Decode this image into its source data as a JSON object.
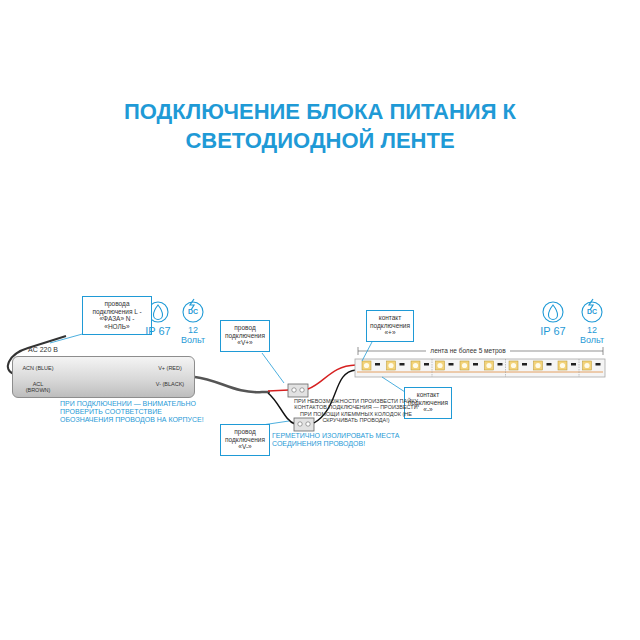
{
  "diagram": {
    "title": "ПОДКЛЮЧЕНИЕ БЛОКА ПИТАНИЯ К СВЕТОДИОДНОЙ ЛЕНТЕ",
    "nodes": [
      {
        "text": [
          "ACN (BLUE)",
          "ACL (BROWN)",
          "V+ (RED)",
          "V- (BLACK)"
        ]
      },
      {
        "text": [
          "провода подключения L - «ФАЗА» N - «НОЛЬ»"
        ]
      },
      {
        "text": [
          "провод подключения «V+»"
        ]
      },
      {
        "text": [
          "провод подключения «V-»"
        ]
      },
      {
        "text": [
          "контакт подключения «+»"
        ]
      },
      {
        "text": [
          "контакт подключения «-»"
        ]
      }
    ],
    "labels": [
      "AC 220 В",
      "IP 67",
      "DC",
      "12 Вольт",
      "ПРИ ПОДКЛЮЧЕНИИ — ВНИМАТЕЛЬНО ПРОВЕРИТЬ СООТВЕТСТВИЕ ОБОЗНАЧЕНИЯ ПРОВОДОВ НА КОРПУСЕ!",
      "ПРИ НЕВОЗМОЖНОСТИ ПРОИЗВЕСТИ ПАЙКУ КОНТАКТОВ ПОДКЛЮЧЕНИЯ — ПРОИЗВЕСТИ ПРИ ПОМОЩИ КЛЕММНЫХ КОЛОДОК (НЕ СКРУЧИВАТЬ ПРОВОДА!)",
      "ГЕРМЕТИЧНО ИЗОЛИРОВАТЬ МЕСТА СОЕДИНЕНИЯ ПРОВОДОВ!",
      "лента не более 5 метров",
      "IP 67",
      "DC",
      "12 Вольт"
    ]
  }
}
